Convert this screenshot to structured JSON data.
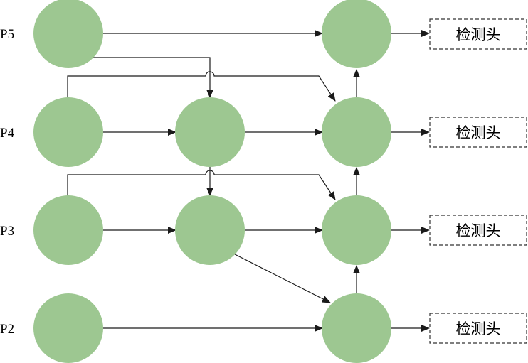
{
  "levels": [
    "P5",
    "P4",
    "P3",
    "P2"
  ],
  "detection_head_label": "检测头",
  "colors": {
    "node_fill": "#9dc791",
    "edge": "#1a1a1a",
    "box_border": "#333333"
  }
}
